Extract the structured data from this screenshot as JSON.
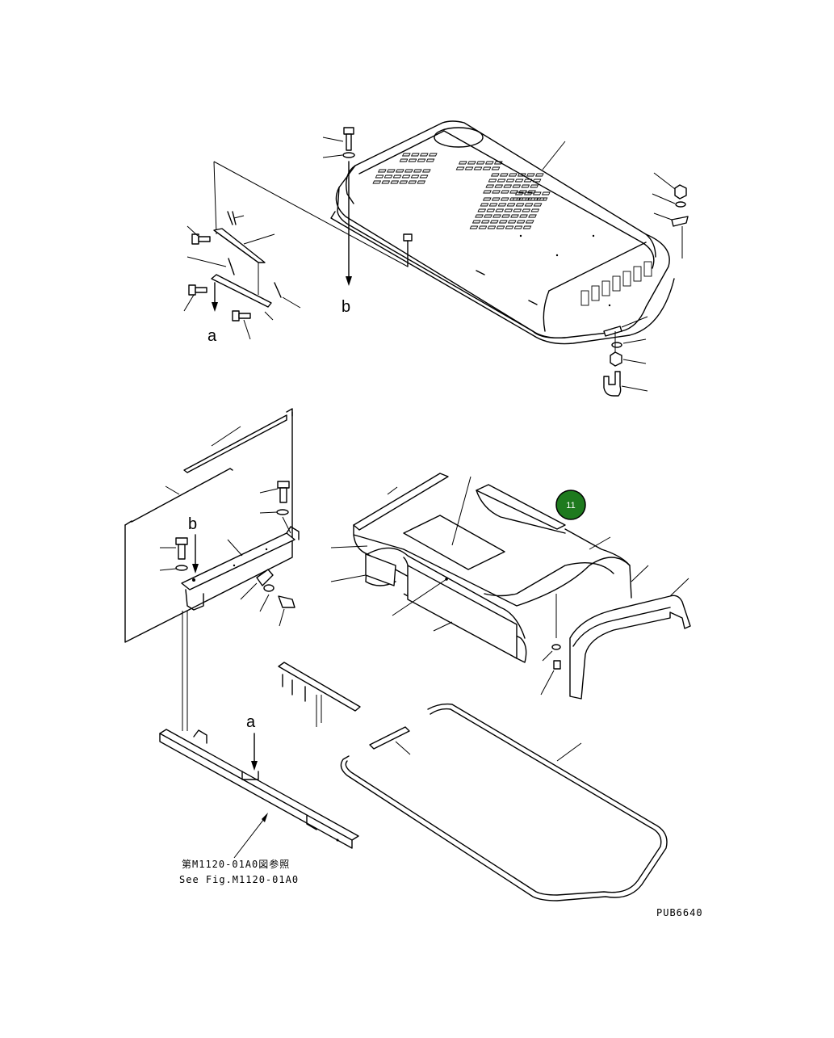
{
  "diagram": {
    "labels": {
      "a_top": "a",
      "b_top": "b",
      "b_mid": "b",
      "a_bottom": "a"
    },
    "reference_jp": "第M1120-01A0図参照",
    "reference_en": "See Fig.M1120-01A0",
    "drawing_code": "PUB6640",
    "callout": {
      "number": "11",
      "color": "#1e7a1e"
    }
  }
}
